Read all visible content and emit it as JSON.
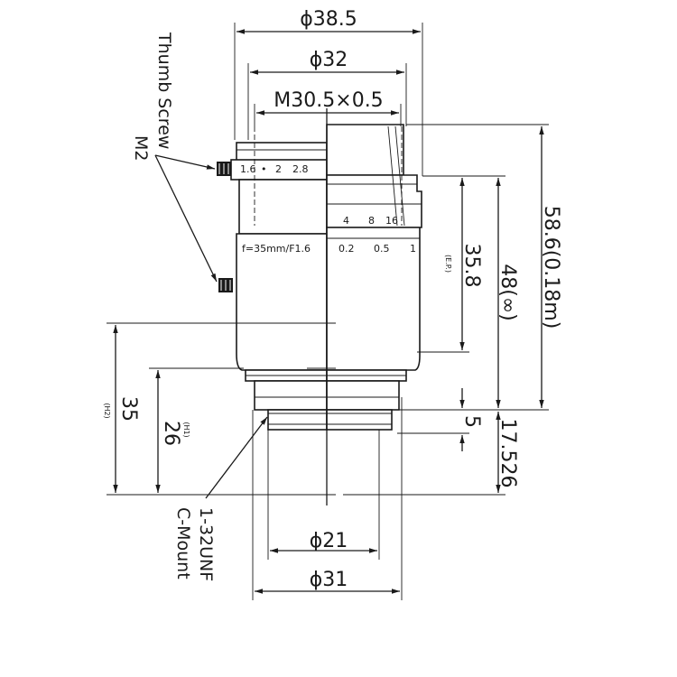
{
  "dimensions": {
    "outer_diameter": "ϕ38.5",
    "ring_diameter": "ϕ32",
    "filter_thread": "M30.5×0.5",
    "total_length": "58.6(0.18m)",
    "length_inf": "48(∞)",
    "ep_value": "35.8",
    "ep_note": "(E.P.)",
    "mount_diameter": "ϕ21",
    "flange_diameter": "ϕ31",
    "flange_back": "17.526",
    "depth_5": "5",
    "height_35": "35",
    "height_35_note": "(H2)",
    "height_26": "26",
    "height_26_note": "(H1)"
  },
  "aperture_scale": {
    "a1": "1.6",
    "dot": "•",
    "a2": "2",
    "a3": "2.8",
    "b1": "4",
    "b2": "8",
    "b3": "16"
  },
  "focus_scale": {
    "lens_spec": "f=35mm/F1.6",
    "d1": "0.2",
    "d2": "0.5",
    "d3": "1"
  },
  "labels": {
    "thumb_screw": "Thumb Screw",
    "thumb_screw_size": "M2",
    "mount_thread": "1-32UNF",
    "mount_type": "C-Mount"
  }
}
